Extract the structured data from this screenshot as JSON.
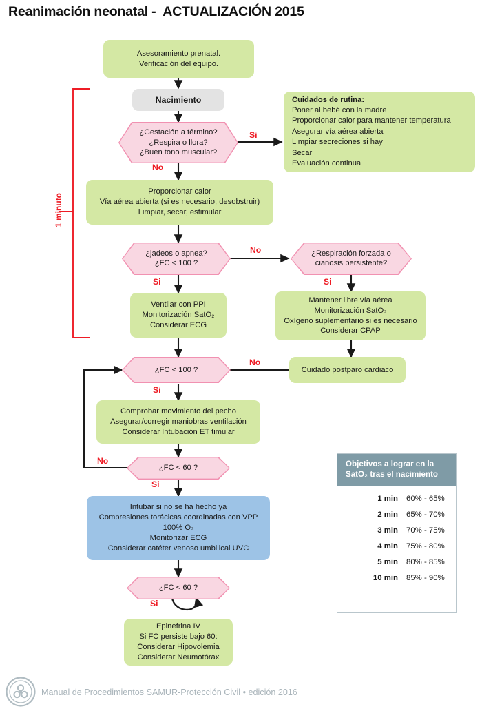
{
  "page": {
    "title": "Reanimación neonatal -  ACTUALIZACIÓN 2015",
    "colors": {
      "green": "#d4e8a4",
      "grey": "#e3e3e3",
      "blue": "#9dc3e6",
      "pink_fill": "#f9d7e2",
      "pink_border": "#f191b1",
      "red_label": "#ee1c25",
      "table_header": "#7f9ba6",
      "footer_text": "#a9b4ba"
    }
  },
  "timeline": {
    "label": "1 minuto"
  },
  "nodes": {
    "prenatal": {
      "lines": [
        "Asesoramiento prenatal.",
        "Verificación del equipo."
      ]
    },
    "nacimiento": {
      "lines": [
        "Nacimiento"
      ]
    },
    "q_gestacion": {
      "lines": [
        "¿Gestación a término?",
        "¿Respira o llora?",
        "¿Buen tono muscular?"
      ]
    },
    "cuidados_rutina": {
      "heading": "Cuidados de rutina:",
      "lines": [
        "Poner al bebé con la madre",
        "Proporcionar calor para mantener temperatura",
        "Asegurar vía aérea abierta",
        "Limpiar secreciones si hay",
        "Secar",
        "Evaluación continua"
      ]
    },
    "proporcionar_calor": {
      "lines": [
        "Proporcionar calor",
        "Vía aérea abierta (si es necesario, desobstruir)",
        "Limpiar, secar, estimular"
      ]
    },
    "q_jadeos": {
      "lines": [
        "¿jadeos o apnea?",
        "¿FC < 100 ?"
      ]
    },
    "q_respiracion": {
      "lines": [
        "¿Respiración forzada o",
        "cianosis persistente?"
      ]
    },
    "ventilar": {
      "lines": [
        "Ventilar con PPI",
        "Monitorización SatO₂",
        "Considerar ECG"
      ]
    },
    "mantener": {
      "lines": [
        "Mantener libre vía aérea",
        "Monitorización SatO₂",
        "Oxígeno suplementario si es necesario",
        "Considerar CPAP"
      ]
    },
    "q_fc100": {
      "lines": [
        "¿FC < 100 ?"
      ]
    },
    "postparo": {
      "lines": [
        "Cuidado postparo cardiaco"
      ]
    },
    "comprobar": {
      "lines": [
        "Comprobar movimiento del pecho",
        "Asegurar/corregir maniobras ventilación",
        "Considerar Intubación ET timular"
      ]
    },
    "q_fc60_a": {
      "lines": [
        "¿FC < 60 ?"
      ]
    },
    "intubar": {
      "lines": [
        "Intubar si no se ha hecho ya",
        "Compresiones torácicas coordinadas con VPP",
        "100% O₂",
        "Monitorizar ECG",
        "Considerar catéter venoso umbilical UVC"
      ]
    },
    "q_fc60_b": {
      "lines": [
        "¿FC < 60 ?"
      ]
    },
    "epinefrina": {
      "lines": [
        "Epinefrina IV",
        "Si FC persiste bajo 60:",
        "Considerar Hipovolemia",
        "Considerar Neumotórax"
      ]
    }
  },
  "edge_labels": {
    "si_gestacion": "Si",
    "no_gestacion": "No",
    "no_jadeos": "No",
    "si_jadeos": "Si",
    "si_respiracion": "Si",
    "no_fc100": "No",
    "si_fc100": "Si",
    "no_fc60a": "No",
    "si_fc60a": "Si",
    "si_fc60b": "Si"
  },
  "sat_table": {
    "header": [
      "Objetivos a lograr en la",
      "SatO₂ tras el nacimiento"
    ],
    "rows": [
      {
        "time": "1 min",
        "range": "60% - 65%"
      },
      {
        "time": "2 min",
        "range": "65% - 70%"
      },
      {
        "time": "3 min",
        "range": "70% - 75%"
      },
      {
        "time": "4 min",
        "range": "75% - 80%"
      },
      {
        "time": "5 min",
        "range": "80% - 85%"
      },
      {
        "time": "10 min",
        "range": "85% - 90%"
      }
    ]
  },
  "footer": {
    "text": "Manual de Procedimientos SAMUR-Protección Civil • edición 2016"
  }
}
